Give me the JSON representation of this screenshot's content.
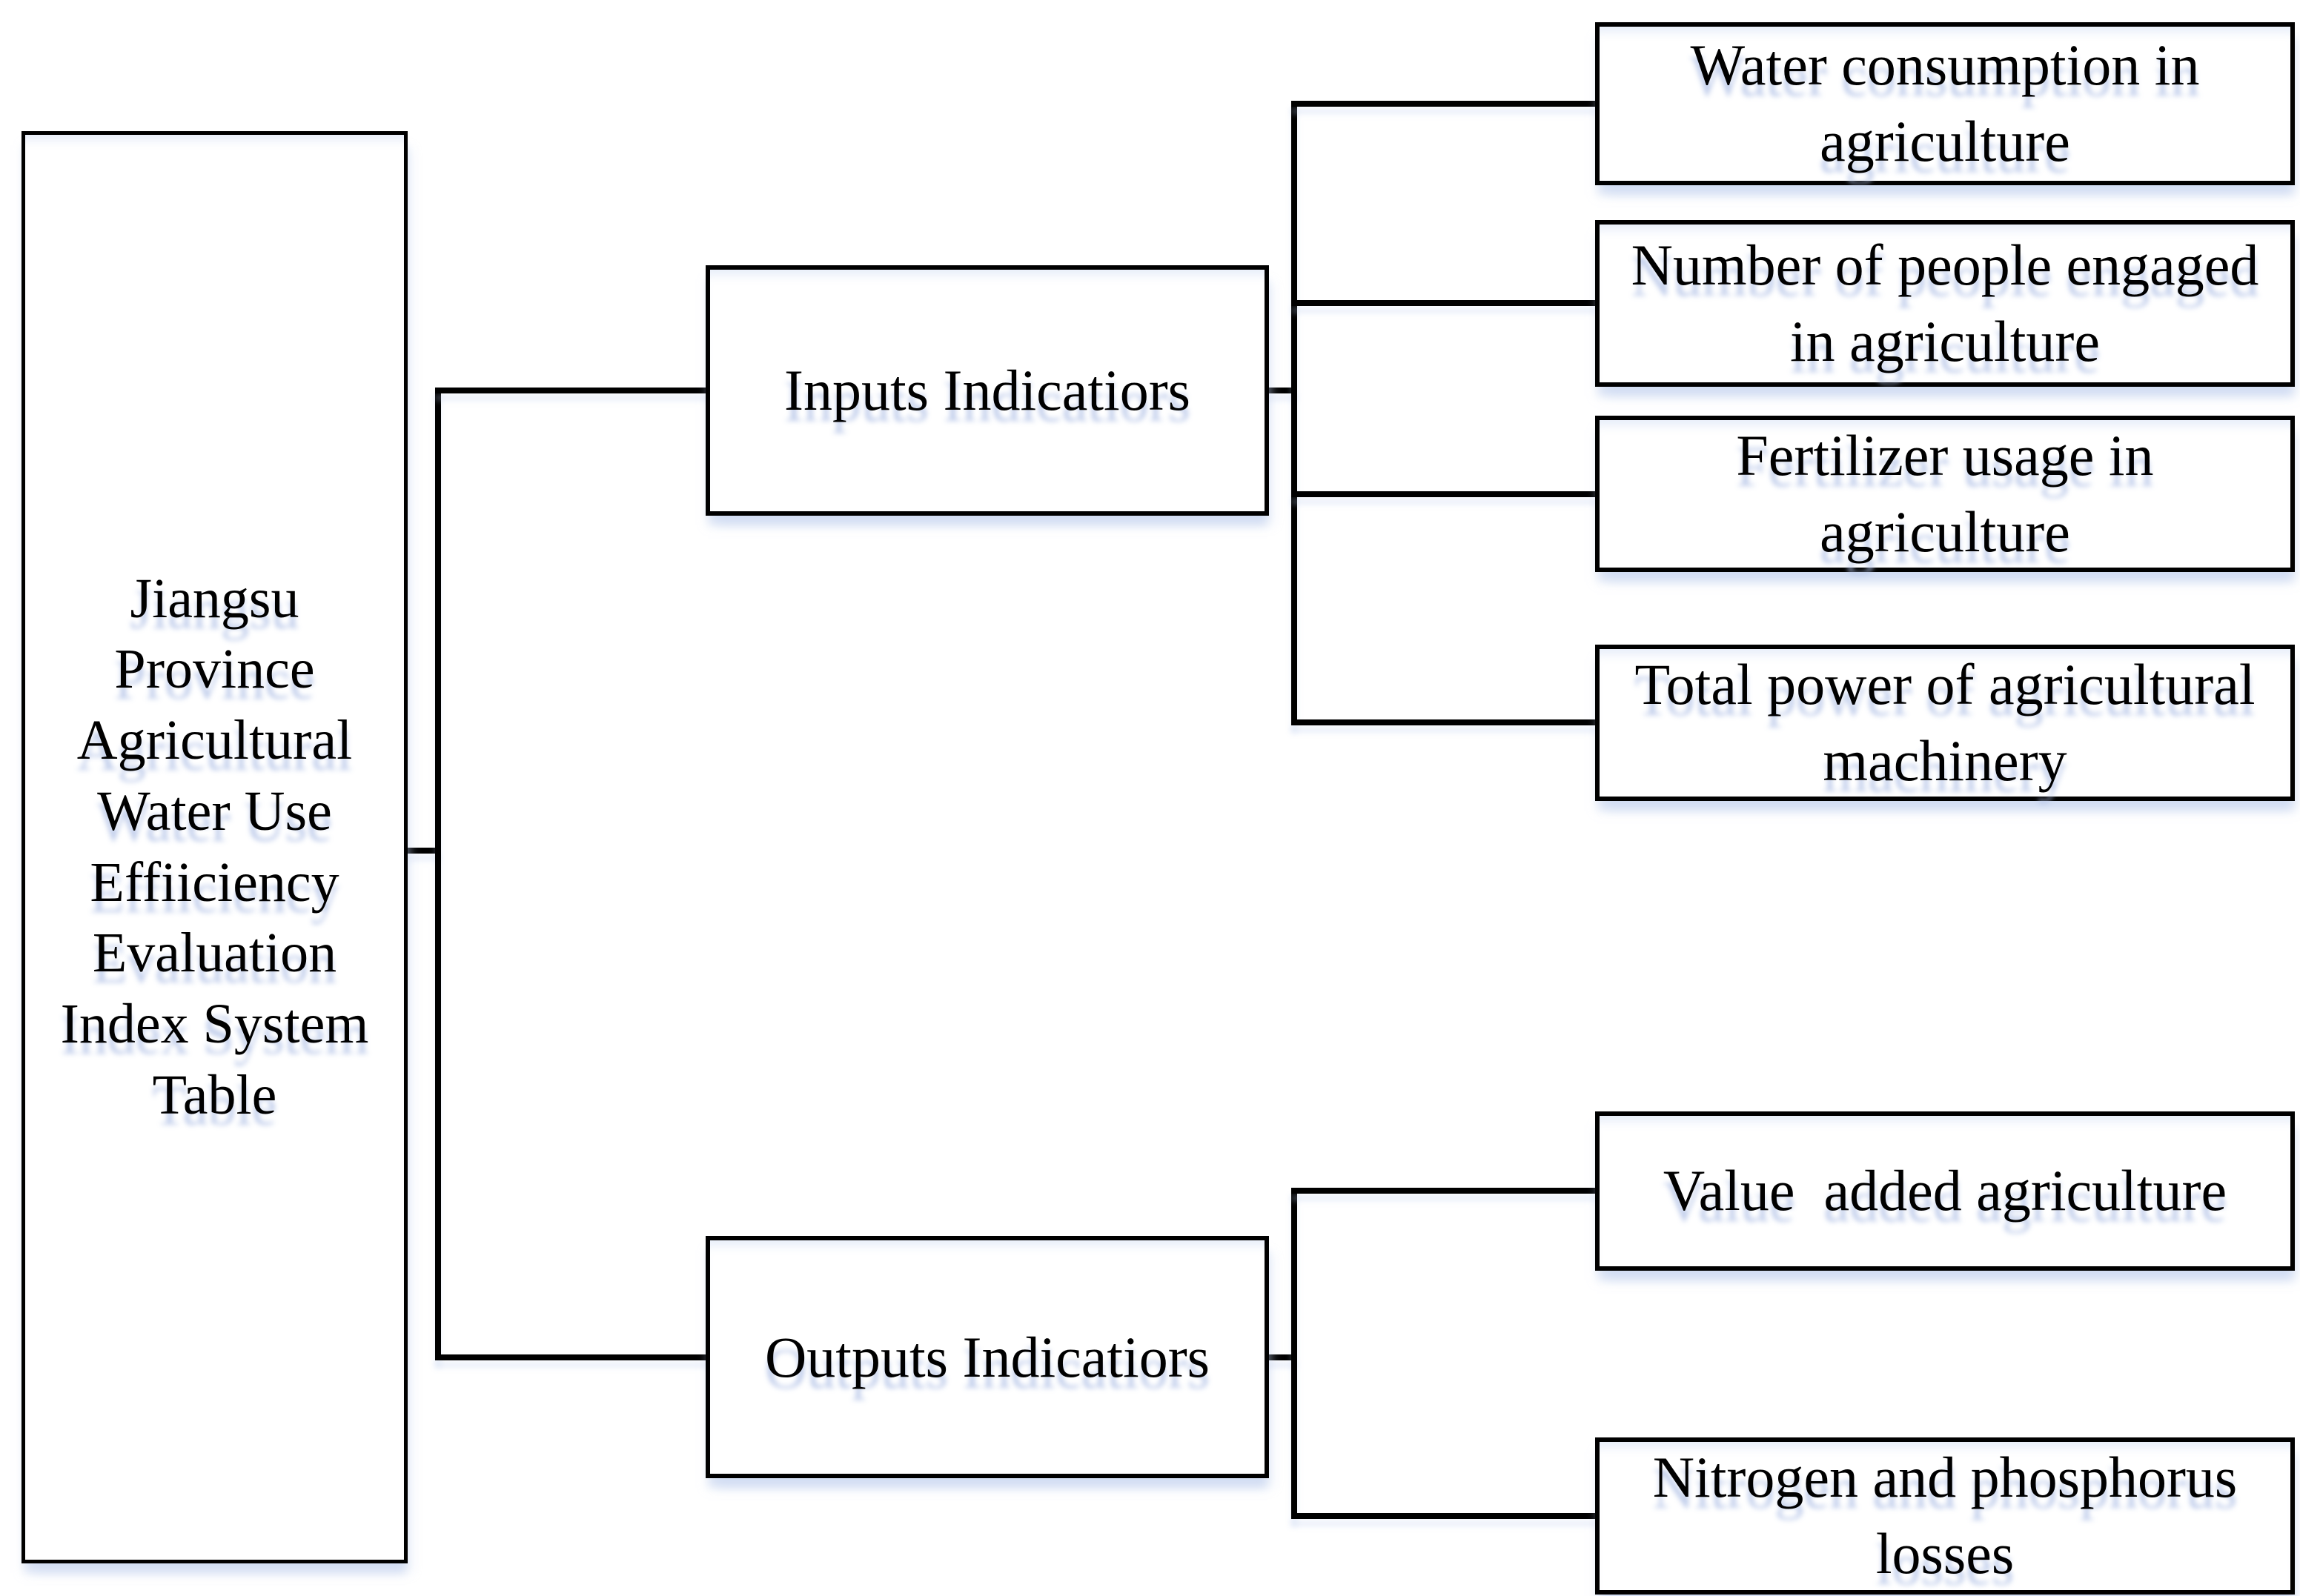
{
  "figure": {
    "background": "#ffffff",
    "line_color": "#000000",
    "text_color": "#000000",
    "shadow_tint": "#bccce8"
  },
  "root": {
    "lines": [
      "Jiangsu",
      "Province",
      "Agricultural",
      "Water Use",
      "Effiiciency",
      "Evaluation",
      "Index System",
      "Table"
    ]
  },
  "branches": [
    {
      "label": "Inputs Indicatiors",
      "children": [
        {
          "lines": [
            "Water consumption in",
            "agriculture"
          ]
        },
        {
          "lines": [
            "Number of people engaged",
            "in agriculture"
          ]
        },
        {
          "lines": [
            "Fertilizer usage in",
            "agriculture"
          ]
        },
        {
          "lines": [
            "Total power of agricultural",
            "machinery"
          ]
        }
      ]
    },
    {
      "label": "Outputs Indicatiors",
      "children": [
        {
          "lines": [
            "Value  added agriculture"
          ]
        },
        {
          "lines": [
            "Nitrogen and phosphorus",
            "losses"
          ]
        }
      ]
    }
  ]
}
